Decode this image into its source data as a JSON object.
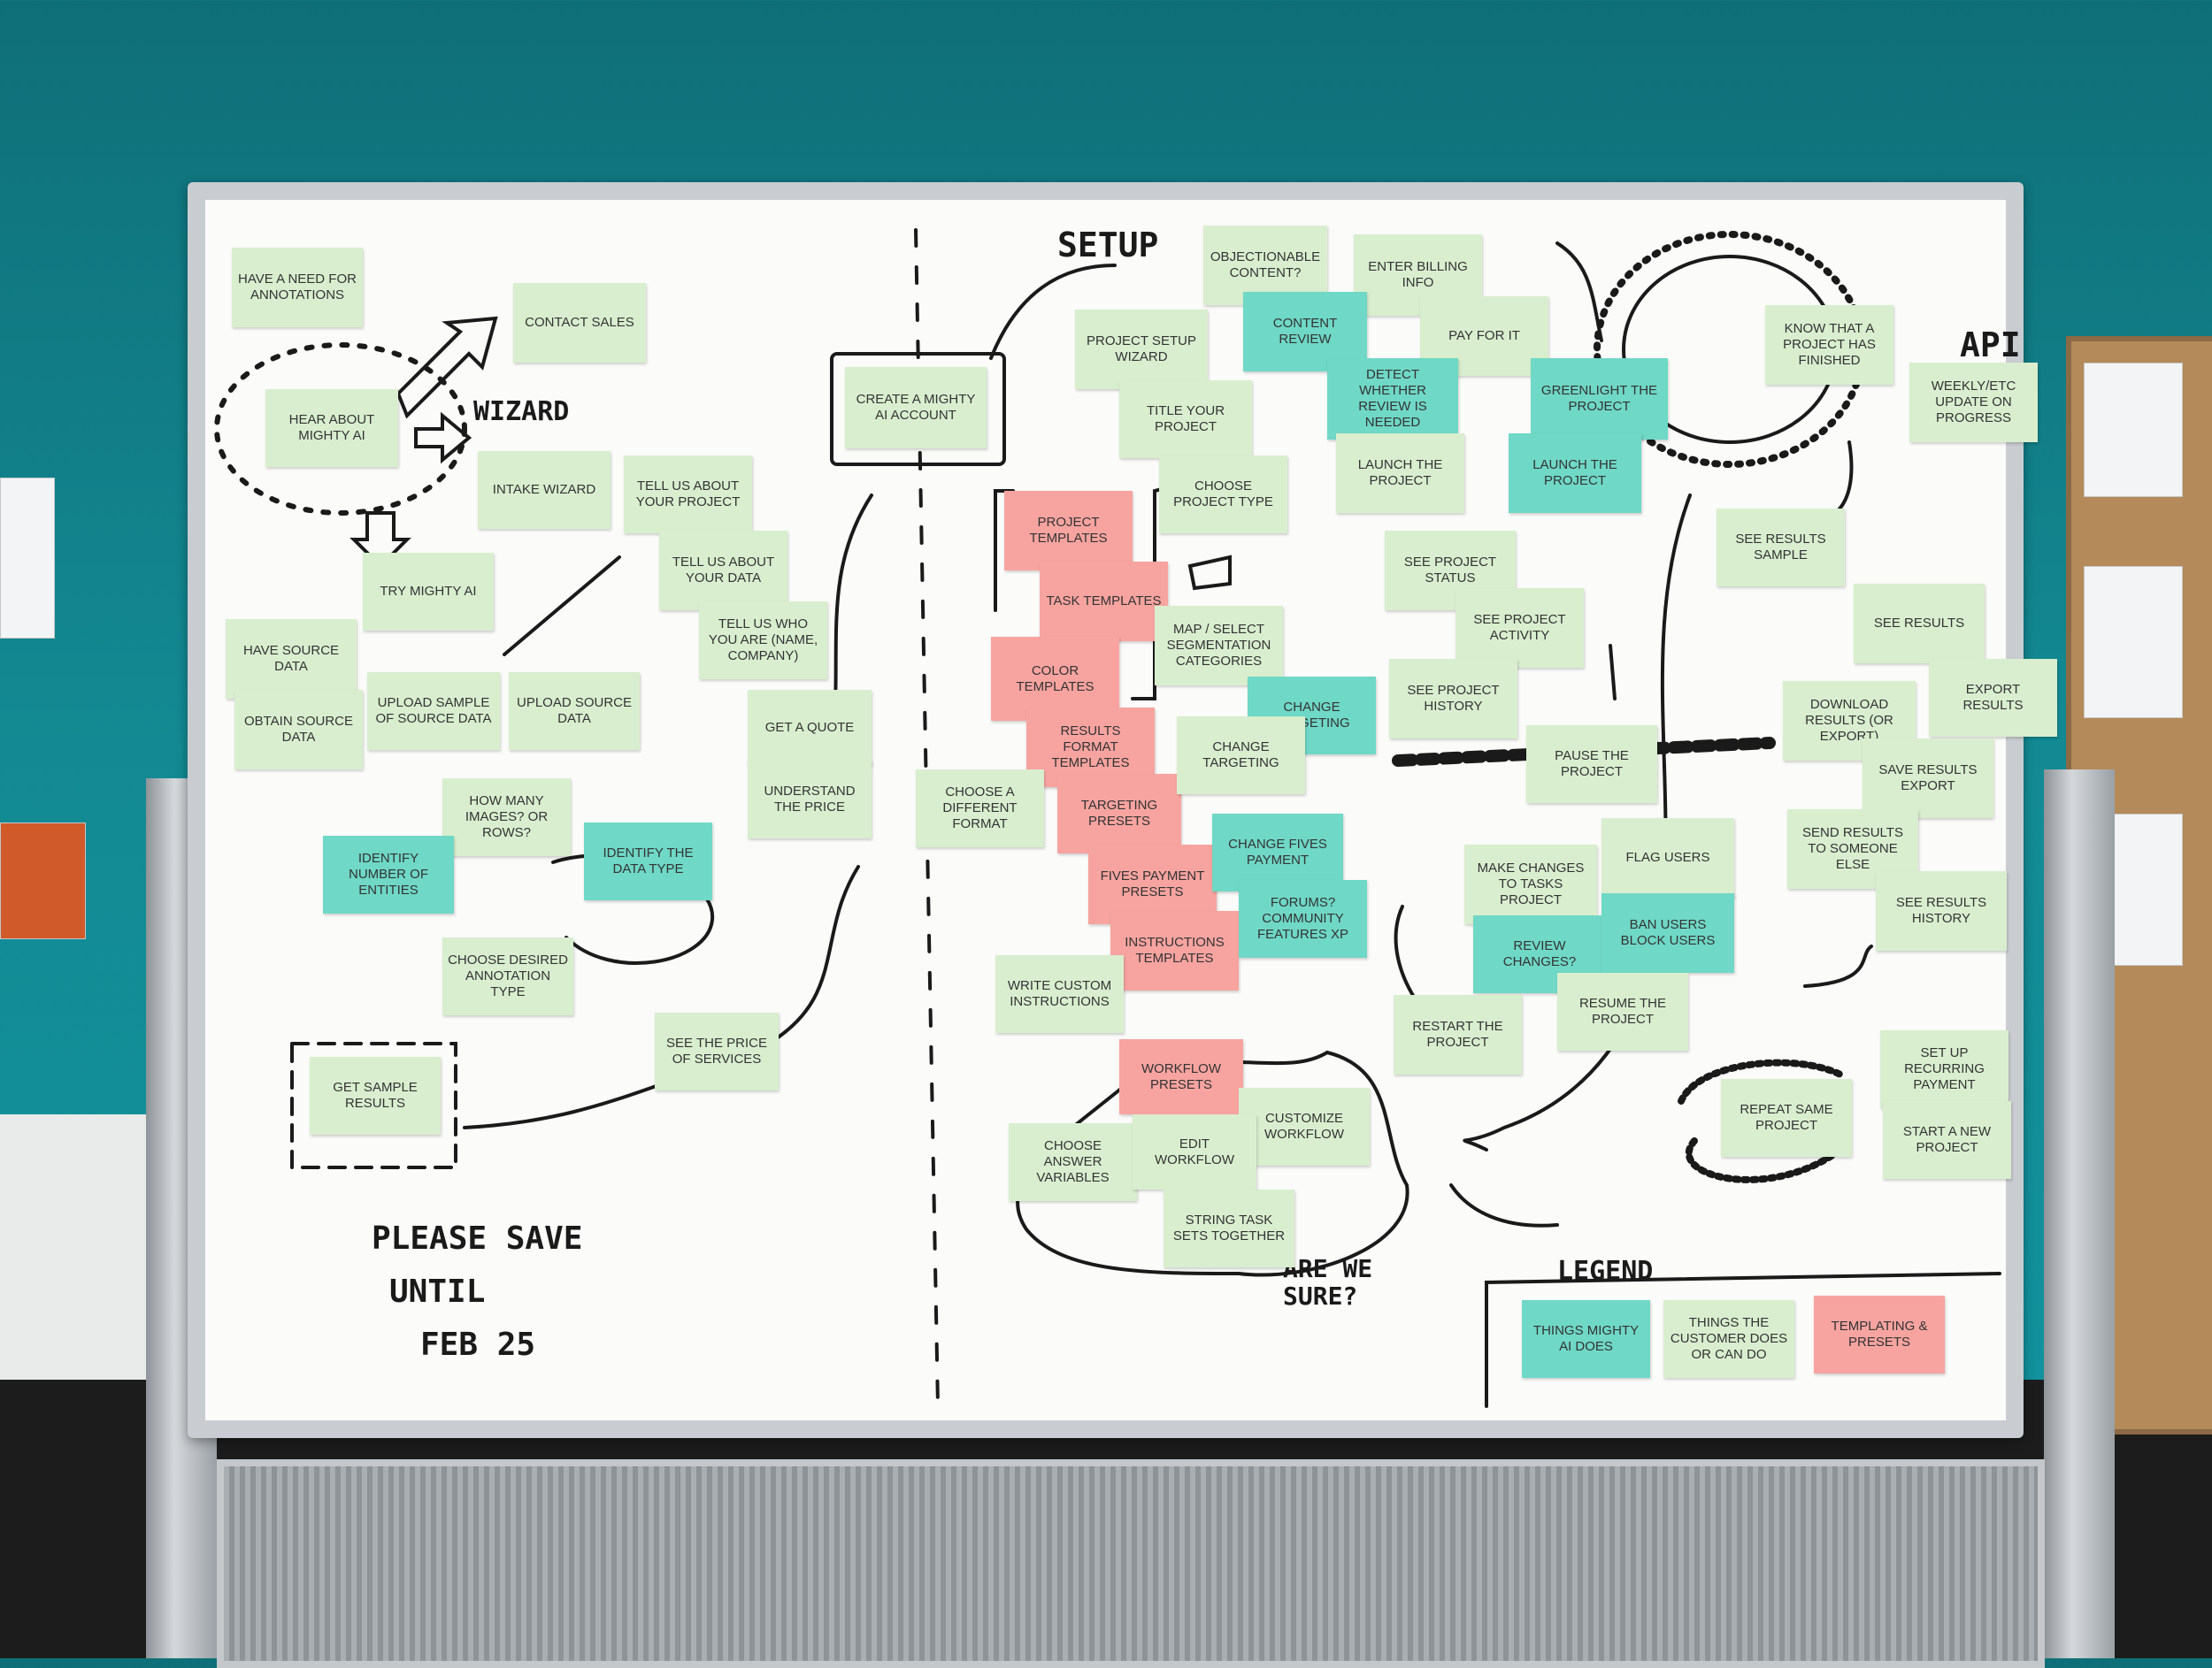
{
  "headings": {
    "setup": "SETUP",
    "wizard": "WIZARD",
    "api": "API",
    "legend": "LEGEND",
    "are_we_sure": "ARE WE SURE?"
  },
  "save_note": [
    "PLEASE SAVE",
    "UNTIL",
    "FEB 25"
  ],
  "legend": {
    "teal": "THINGS MIGHTY AI DOES",
    "green": "THINGS THE CUSTOMER DOES OR CAN DO",
    "pink": "TEMPLATING & PRESETS"
  },
  "notes": {
    "have_a_need": "HAVE A NEED FOR ANNOTATIONS",
    "contact_sales": "CONTACT SALES",
    "hear_about": "HEAR ABOUT MIGHTY AI",
    "intake_wizard": "INTAKE WIZARD",
    "tell_project": "TELL US ABOUT YOUR PROJECT",
    "tell_data": "TELL US ABOUT YOUR DATA",
    "tell_who": "TELL US WHO YOU ARE (NAME, COMPANY)",
    "try_mighty": "TRY MIGHTY AI",
    "have_source": "HAVE SOURCE DATA",
    "obtain_source": "OBTAIN SOURCE DATA",
    "upload_sample": "UPLOAD SAMPLE OF SOURCE DATA",
    "upload_source": "UPLOAD SOURCE DATA",
    "get_quote": "GET A QUOTE",
    "understand_price": "UNDERSTAND THE PRICE",
    "how_many": "HOW MANY IMAGES? OR ROWS?",
    "identify_entities": "IDENTIFY NUMBER OF ENTITIES",
    "identify_type": "IDENTIFY THE DATA TYPE",
    "choose_annotation": "CHOOSE DESIRED ANNOTATION TYPE",
    "get_sample": "GET SAMPLE RESULTS",
    "see_price": "SEE THE PRICE OF SERVICES",
    "create_account": "CREATE A MIGHTY AI ACCOUNT",
    "objectionable": "OBJECTIONABLE CONTENT?",
    "enter_billing": "ENTER BILLING INFO",
    "content_review": "CONTENT REVIEW",
    "pay_for_it": "PAY FOR IT",
    "project_setup": "PROJECT SETUP WIZARD",
    "title_project": "TITLE YOUR PROJECT",
    "detect_review": "DETECT WHETHER REVIEW IS NEEDED",
    "greenlight": "GREENLIGHT THE PROJECT",
    "choose_type": "CHOOSE PROJECT TYPE",
    "launch_green": "LAUNCH THE PROJECT",
    "launch_teal": "LAUNCH THE PROJECT",
    "project_templates": "PROJECT TEMPLATES",
    "task_templates": "TASK TEMPLATES",
    "color_templates": "COLOR TEMPLATES",
    "results_format": "RESULTS FORMAT TEMPLATES",
    "targeting_presets": "TARGETING PRESETS",
    "fives_presets": "FIVES PAYMENT PRESETS",
    "instructions_templates": "INSTRUCTIONS TEMPLATES",
    "map_select": "MAP / SELECT SEGMENTATION CATEGORIES",
    "change_targeting_teal": "CHANGE TARGETING",
    "change_targeting_green": "CHANGE TARGETING",
    "change_fives": "CHANGE FIVES PAYMENT",
    "forums": "FORUMS? COMMUNITY FEATURES XP",
    "choose_format": "CHOOSE A DIFFERENT FORMAT",
    "write_instructions": "WRITE CUSTOM INSTRUCTIONS",
    "workflow_presets": "WORKFLOW PRESETS",
    "customize_workflow": "CUSTOMIZE WORKFLOW",
    "choose_answer": "CHOOSE ANSWER VARIABLES",
    "edit_workflow": "EDIT WORKFLOW",
    "string_tasks": "STRING TASK SETS TOGETHER",
    "see_status": "SEE PROJECT STATUS",
    "see_activity": "SEE PROJECT ACTIVITY",
    "see_history": "SEE PROJECT HISTORY",
    "pause_project": "PAUSE THE PROJECT",
    "make_changes": "MAKE CHANGES TO TASKS PROJECT",
    "flag_users": "FLAG USERS",
    "review_changes": "REVIEW CHANGES?",
    "ban_users": "BAN USERS BLOCK USERS",
    "restart_project": "RESTART THE PROJECT",
    "resume_project": "RESUME THE PROJECT",
    "know_finished": "KNOW THAT A PROJECT HAS FINISHED",
    "weekly_update": "WEEKLY/ETC UPDATE ON PROGRESS",
    "see_results_sample": "SEE RESULTS SAMPLE",
    "see_results": "SEE RESULTS",
    "download_results": "DOWNLOAD RESULTS (OR EXPORT)",
    "export_results": "EXPORT RESULTS",
    "save_export": "SAVE RESULTS EXPORT",
    "send_results": "SEND RESULTS TO SOMEONE ELSE",
    "results_history": "SEE RESULTS HISTORY",
    "set_up_payment": "SET UP RECURRING PAYMENT",
    "repeat_project": "REPEAT SAME PROJECT",
    "start_new": "START A NEW PROJECT"
  }
}
